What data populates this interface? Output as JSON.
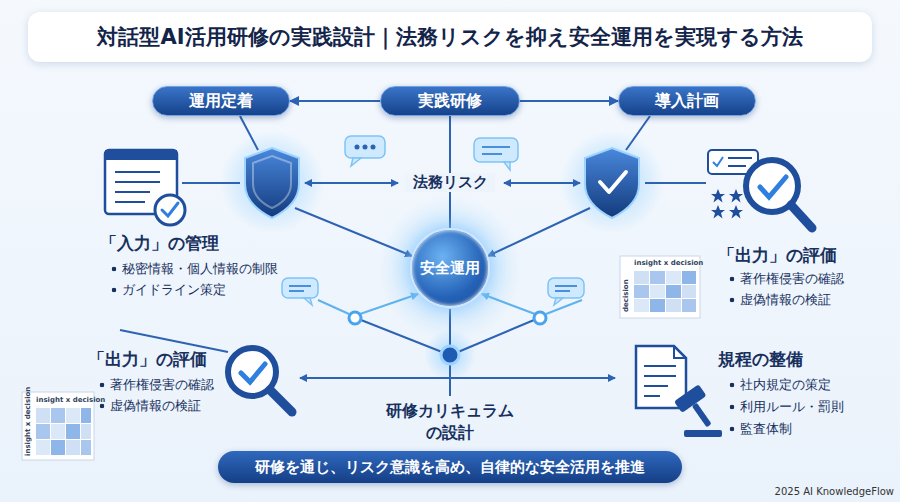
{
  "diagram": {
    "title": "対話型AI活用研修の実践設計｜法務リスクを抑え安全運用を実現する方法",
    "nodes": [
      {
        "text": [
          "実践研修"
        ]
      },
      {
        "text": [
          "運用定着"
        ]
      },
      {
        "text": [
          "導入計画"
        ]
      },
      {
        "text": [
          "安全運用"
        ]
      },
      {
        "text": [
          "研修を通じ、リスク意識を高め、自律的な安全活用を推進"
        ]
      }
    ],
    "edges": [
      {
        "from": 0,
        "to": 1,
        "arrow": "to"
      },
      {
        "from": 0,
        "to": 2,
        "arrow": "to"
      },
      {
        "from": 0,
        "to": 3,
        "arrow": "none"
      }
    ],
    "labels": [
      "法務リスク",
      "「入力」の管理",
      "秘密情報・個人情報の制限",
      "ガイドライン策定",
      "「出力」の評価",
      "著作権侵害の確認",
      "虚偽情報の検証",
      "insight x decision",
      "decision",
      "「出力」の評価",
      "著作権侵害の確認",
      "虚偽情報の検証",
      "insight x decision",
      "insight x decision",
      "規程の整備",
      "社内規定の策定",
      "利用ルール・罰則",
      "監査体制",
      "研修カリキュラム の設計",
      "2025 AI KnowledgeFlow"
    ]
  }
}
